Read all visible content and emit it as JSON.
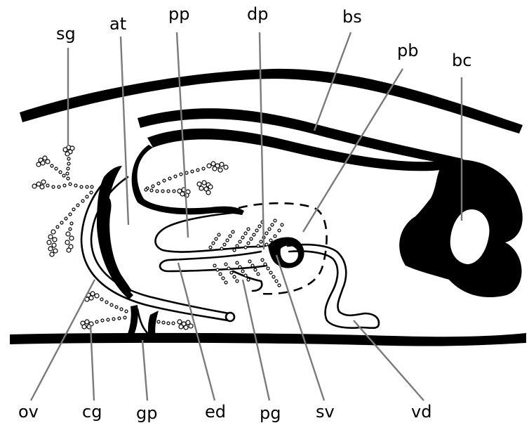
{
  "labels": {
    "sg": "sg",
    "at": "at",
    "pp": "pp",
    "dp": "dp",
    "bs": "bs",
    "pb": "pb",
    "bc": "bc",
    "ov": "ov",
    "cg": "cg",
    "gp": "gp",
    "ed": "ed",
    "pg": "pg",
    "sv": "sv",
    "vd": "vd"
  },
  "colors": {
    "ink": "#000000",
    "leader": "#7a7a7a",
    "background": "#ffffff"
  }
}
